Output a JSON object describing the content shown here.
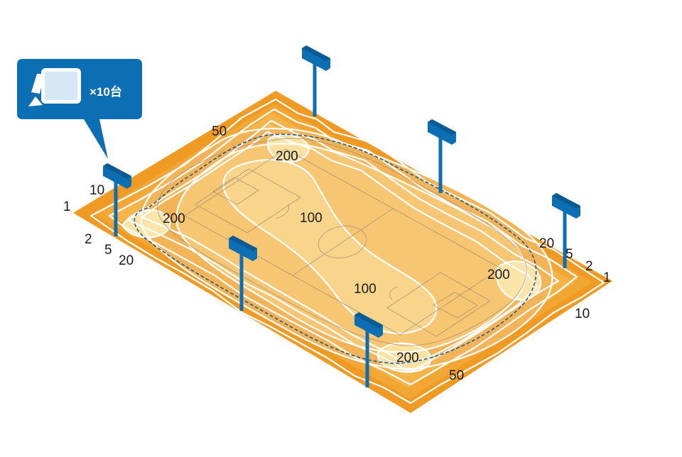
{
  "callout": {
    "text": "×10台",
    "icon": "floodlight-fixture-icon"
  },
  "colors": {
    "pole": "#0c6fb3",
    "callout_bg": "#0c6fb3",
    "level_1": "#ef9a22",
    "level_2": "#f3ad3e",
    "level_3": "#f5bf62",
    "level_4": "#f0a850",
    "level_5": "#f6c36a",
    "level_6": "#f9dd97",
    "contour": "#ffffff",
    "boundary": "#1f5c8f"
  },
  "contour_labels": {
    "v1_left": "1",
    "v2_left": "2",
    "v5_left": "5",
    "v10_left": "10",
    "v20_left": "20",
    "v50_top": "50",
    "v200_top": "200",
    "v200_left": "200",
    "v100_center": "100",
    "v100_lower": "100",
    "v200_right": "200",
    "v200_bottom": "200",
    "v50_bottom": "50",
    "v20_right": "20",
    "v5_right": "5",
    "v2_right": "2",
    "v1_right": "1",
    "v10_right": "10"
  }
}
